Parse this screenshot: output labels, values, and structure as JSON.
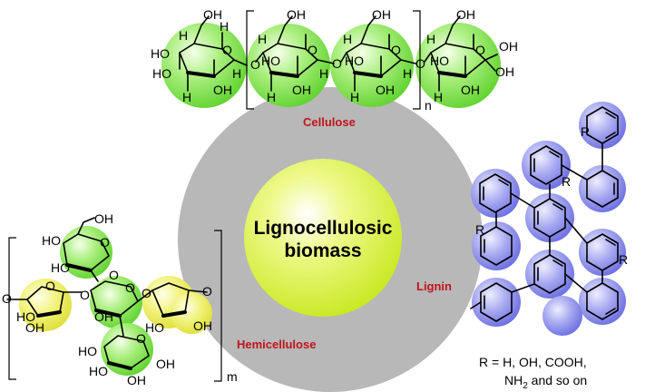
{
  "center": {
    "line1": "Lignocellulosic",
    "line2": "biomass"
  },
  "ring_labels": {
    "cellulose": "Cellulose",
    "lignin": "Lignin",
    "hemicellulose": "Hemicellulose"
  },
  "cellulose_atoms": {
    "h": "H",
    "oh": "OH",
    "ho": "HO",
    "o": "O",
    "repeat": "n"
  },
  "hemicellulose_atoms": {
    "oh": "OH",
    "ho": "HO",
    "o": "O",
    "repeat": "m"
  },
  "lignin_atoms": {
    "r": "R"
  },
  "r_note": {
    "line1": "R = H, OH, COOH,",
    "line2_main": "NH",
    "line2_sub": "2",
    "line2_rest": " and so on"
  },
  "colors": {
    "glucose_sphere": "#7be04a",
    "xylose_sphere": "#e6e84a",
    "aromatic_sphere": "#7d7fe8",
    "ring": "#b5b5b5",
    "core": "#d7f03c",
    "label": "#c0141c"
  },
  "icons": {
    "glucose": "green-sphere-icon",
    "pentose": "yellow-sphere-icon",
    "benzene": "blue-sphere-icon"
  }
}
